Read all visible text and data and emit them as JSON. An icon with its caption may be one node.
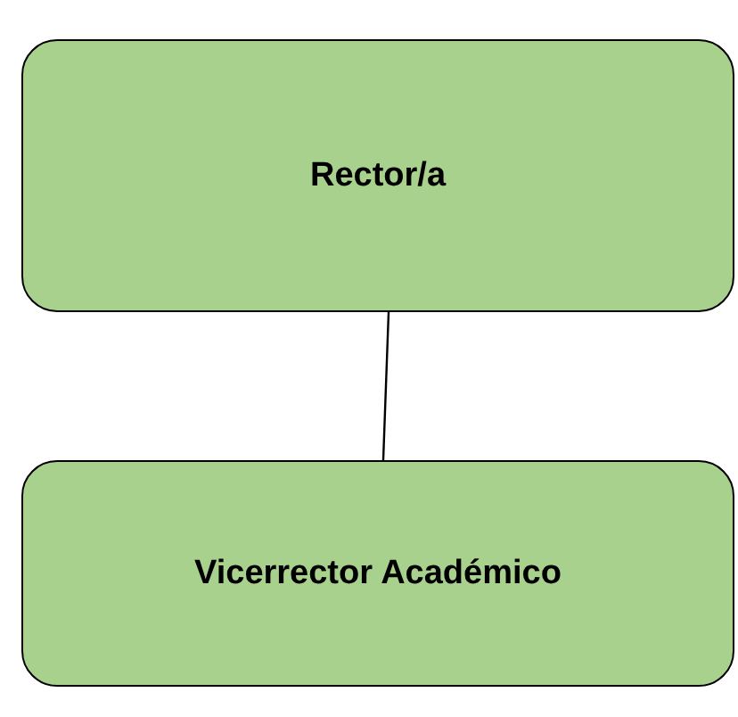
{
  "diagram": {
    "nodes": [
      {
        "text": [
          "Rector/a"
        ]
      },
      {
        "text": [
          "Vicerrector Académico"
        ]
      }
    ],
    "edges": [
      {
        "from": 0,
        "to": 1,
        "arrow": "none"
      }
    ]
  }
}
